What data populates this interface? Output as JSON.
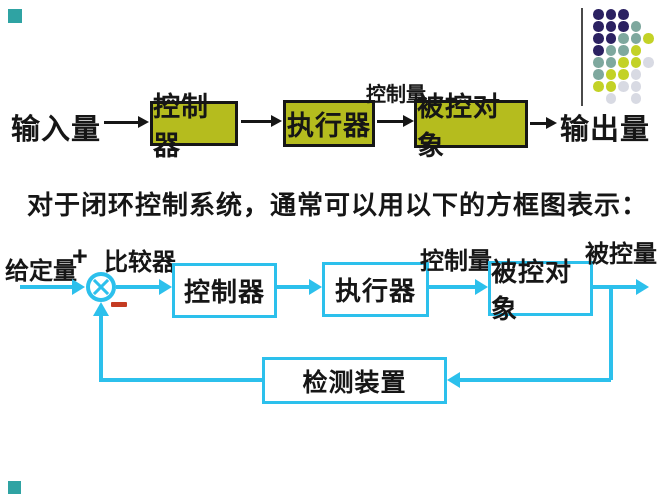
{
  "decor": {
    "corner_square_color": "#2fa3a3",
    "divider_line_color": "#4a4a4a",
    "dot_grid": {
      "colors": {
        "D": "#2b2161",
        "T": "#7ea89e",
        "Y": "#c3d226",
        "L": "#d8dae3"
      },
      "rows": [
        [
          "D",
          "D",
          "D",
          null,
          null
        ],
        [
          "D",
          "D",
          "D",
          "T",
          null
        ],
        [
          "D",
          "D",
          "T",
          "T",
          "Y"
        ],
        [
          "D",
          "T",
          "T",
          "Y",
          null
        ],
        [
          "T",
          "T",
          "Y",
          "Y",
          "L"
        ],
        [
          "T",
          "Y",
          "Y",
          "L",
          null
        ],
        [
          "Y",
          "Y",
          "L",
          "L",
          null
        ],
        [
          null,
          "L",
          null,
          "L",
          null
        ]
      ]
    }
  },
  "top_diagram": {
    "input_label": "输入量",
    "blocks": {
      "controller": "控制器",
      "actuator": "执行器",
      "plant": "被控对象"
    },
    "signal_label": "控制量",
    "output_label": "输出量",
    "box_fill": "#b5bc1e",
    "box_border": "#161616"
  },
  "caption": "对于闭环控制系统，通常可以用以下的方框图表示：",
  "bottom_diagram": {
    "setpoint_label": "给定量",
    "plus_sign": "+",
    "comparator_label": "比较器",
    "minus_sign": "−",
    "blocks": {
      "controller": "控制器",
      "actuator": "执行器",
      "plant": "被控对象",
      "detector": "检测装置"
    },
    "control_signal_label": "控制量",
    "controlled_signal_label": "被控量",
    "line_color": "#2cc0ec",
    "minus_color": "#c43b22"
  }
}
